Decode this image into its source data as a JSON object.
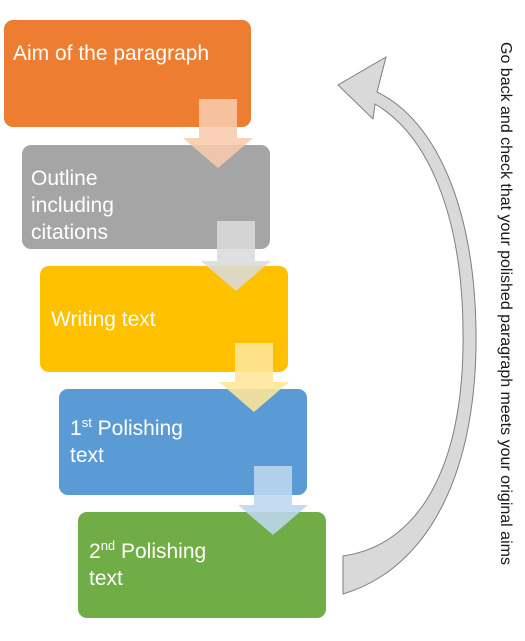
{
  "steps": [
    {
      "label": "Aim of the paragraph",
      "color": "#ED7D31"
    },
    {
      "label": "Outline including citations",
      "color": "#A5A5A5"
    },
    {
      "label": "Writing text",
      "color": "#FFC000"
    },
    {
      "prefix": "1",
      "sup": "st",
      "label": " Polishing text",
      "color": "#5B9BD5"
    },
    {
      "prefix": "2",
      "sup": "nd",
      "label": " Polishing text",
      "color": "#70AD47"
    }
  ],
  "connector_colors": [
    "#F8CBAD",
    "#DBDBDB",
    "#FFE699",
    "#BDD7EE"
  ],
  "loop_arrow_color": "#D9D9D9",
  "side_note": "Go back and check that your polished paragraph meets your original aims"
}
